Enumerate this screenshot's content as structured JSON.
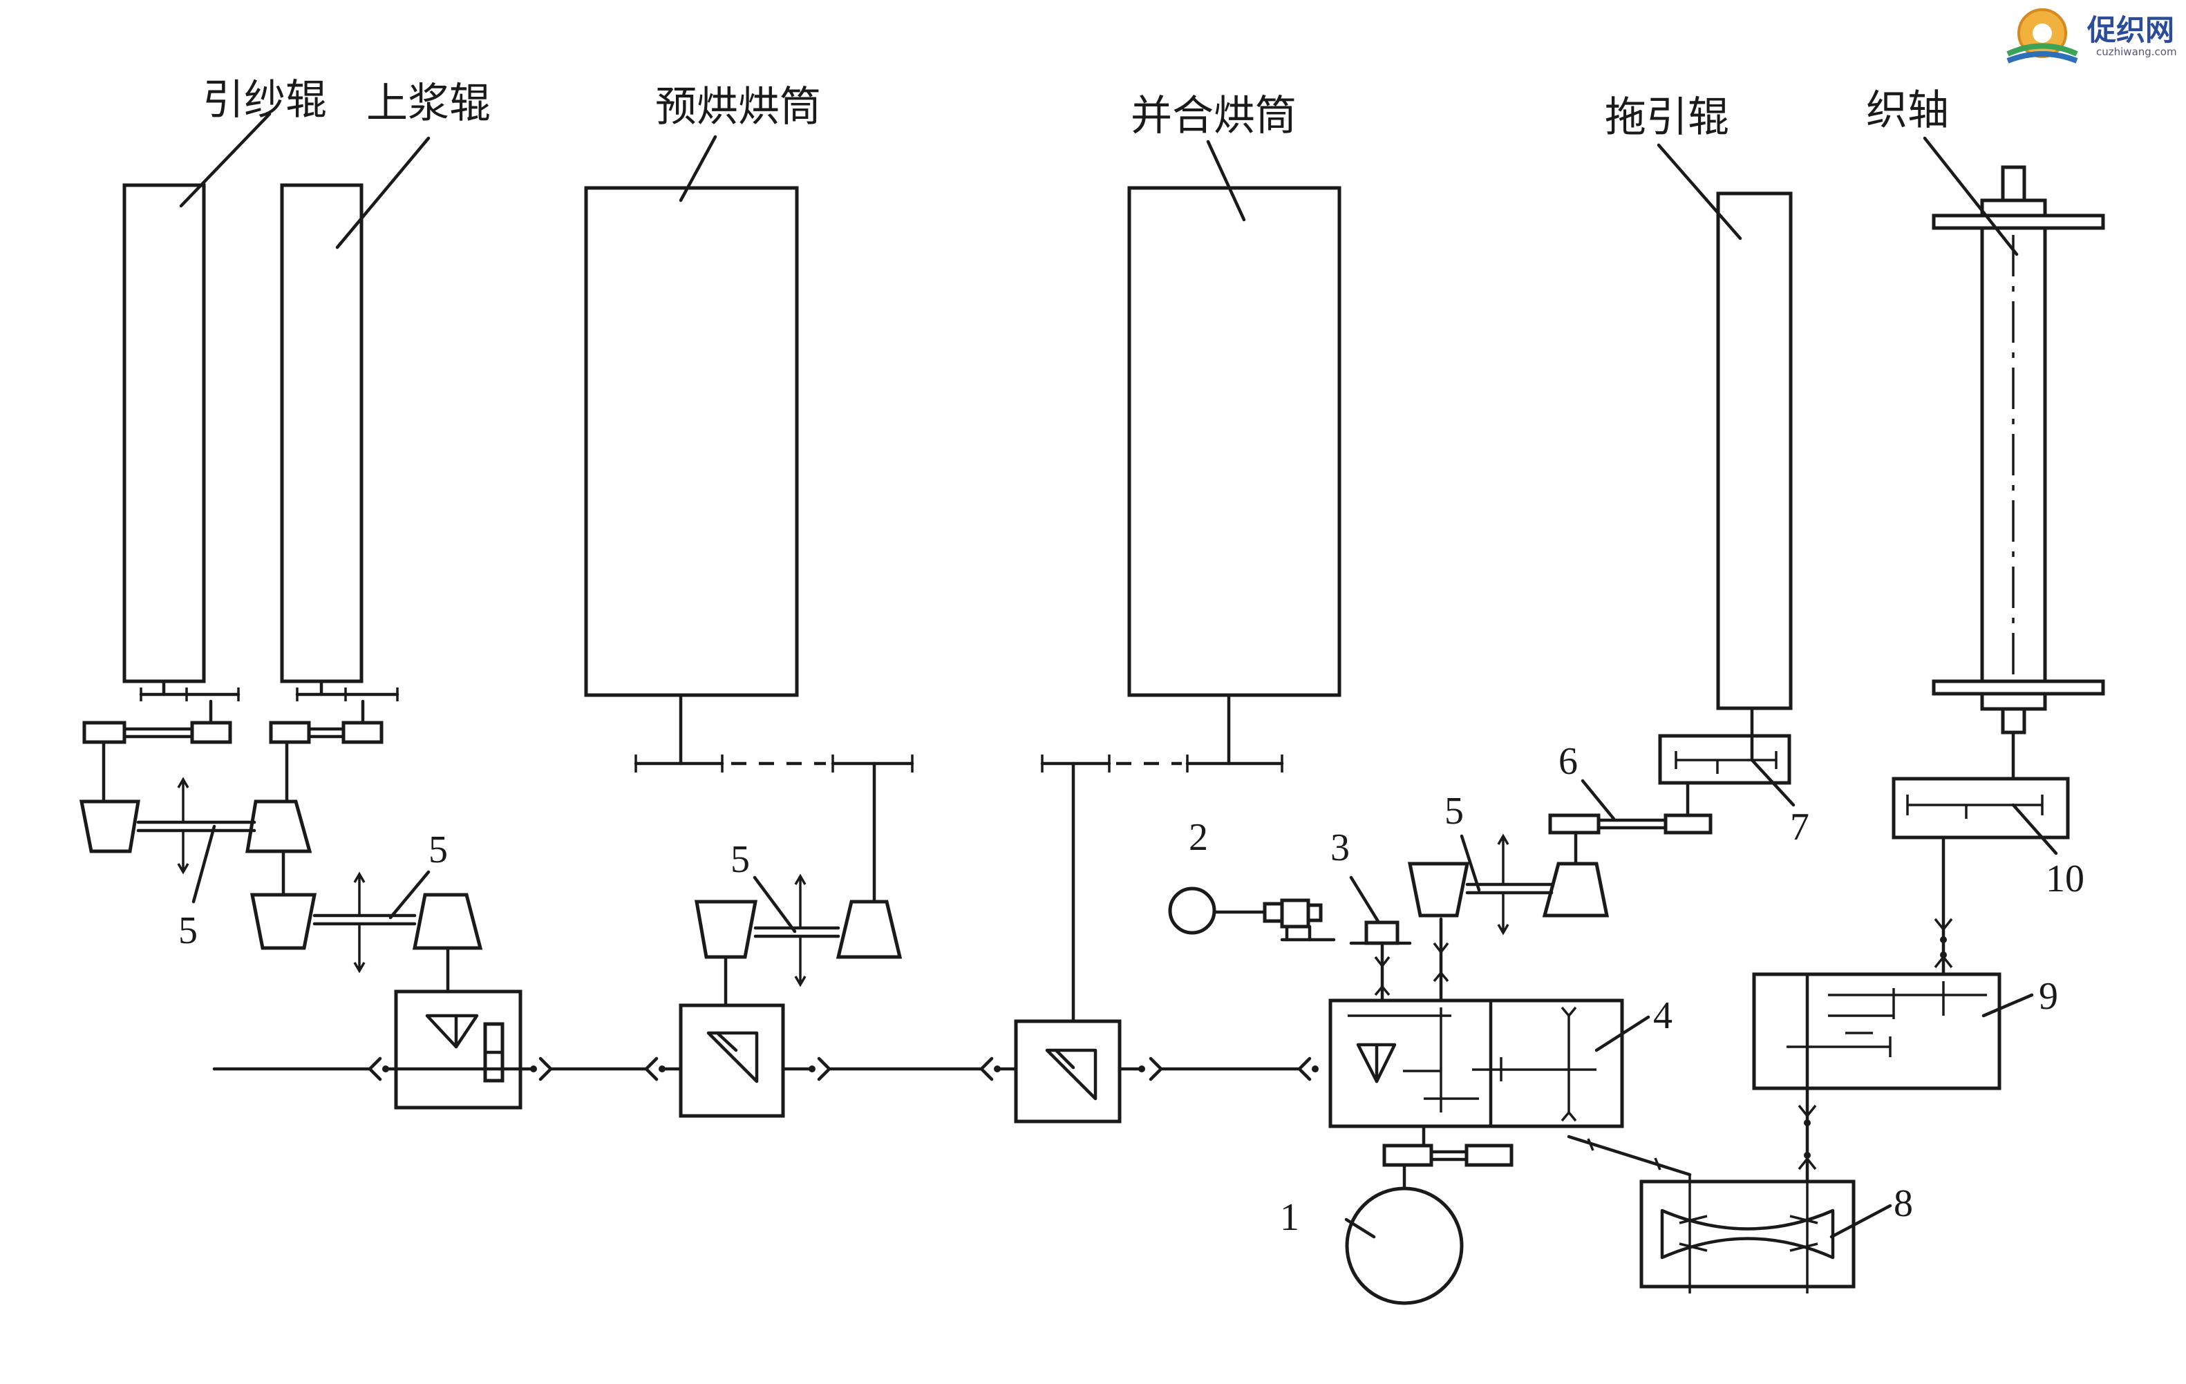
{
  "logo": {
    "name": "促织网",
    "url": "cuzhiwang.com"
  },
  "labels": {
    "yinsha_roller": "引纱辊",
    "sizing_roller": "上浆辊",
    "pre_drying_cylinder": "预烘烘筒",
    "combined_drying_cylinder": "并合烘筒",
    "drag_roller": "拖引辊",
    "weaving_beam": "织轴"
  },
  "numbers": {
    "n1": "1",
    "n2": "2",
    "n3": "3",
    "n4": "4",
    "n5": "5",
    "n6": "6",
    "n7": "7",
    "n8": "8",
    "n9": "9",
    "n10": "10"
  }
}
